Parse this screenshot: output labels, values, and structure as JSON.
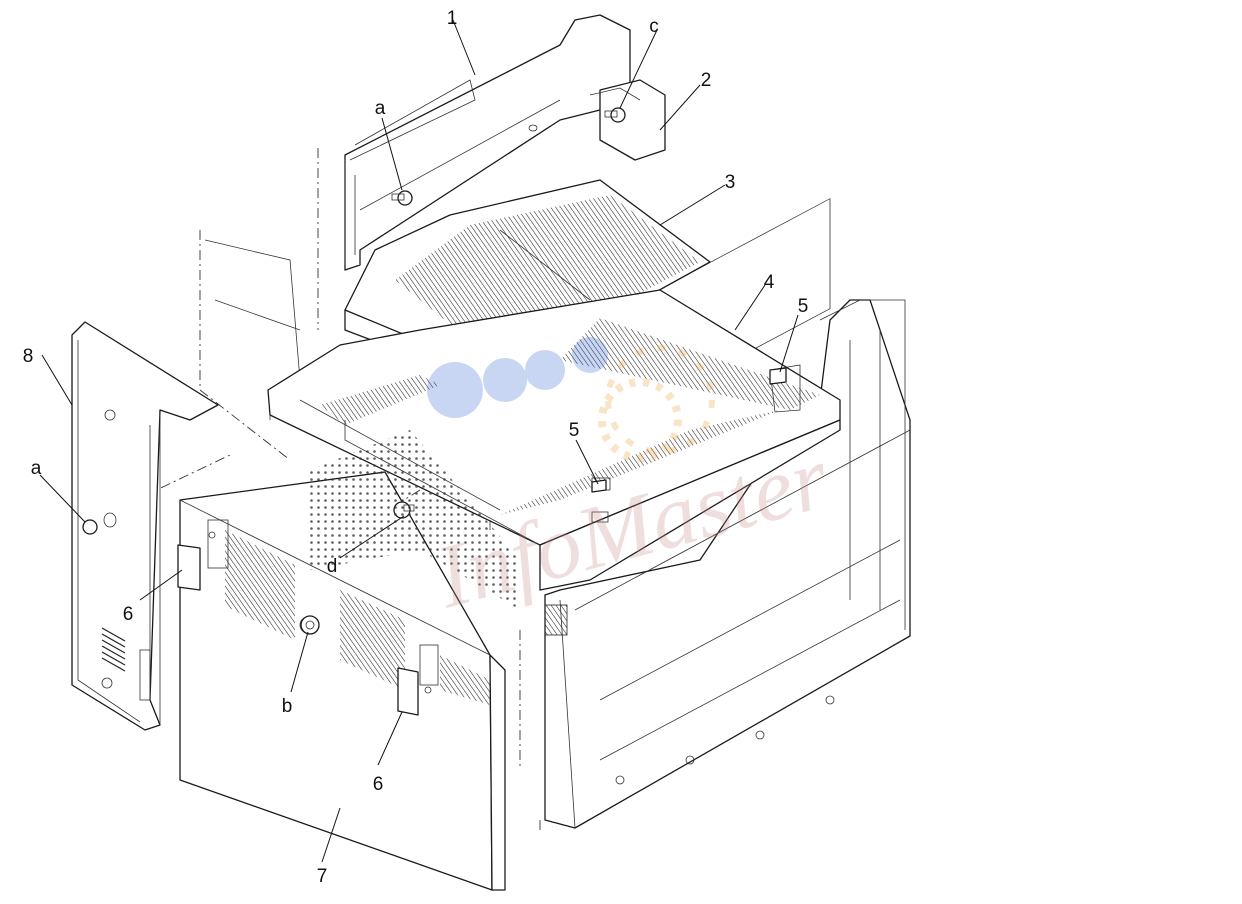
{
  "diagram": {
    "callouts": {
      "p1": "1",
      "p2": "2",
      "p3": "3",
      "p4": "4",
      "p5a": "5",
      "p5b": "5",
      "p6a": "6",
      "p6b": "6",
      "p7": "7",
      "p8": "8",
      "sa1": "a",
      "sa2": "a",
      "sb": "b",
      "sc": "c",
      "sd": "d"
    },
    "watermark": "InfoMaster",
    "colors": {
      "line": "#1a1a1a",
      "watermark_text": "#c98a8a",
      "watermark_blue": "#3f6fd6",
      "watermark_orange": "#f0a23c"
    }
  }
}
